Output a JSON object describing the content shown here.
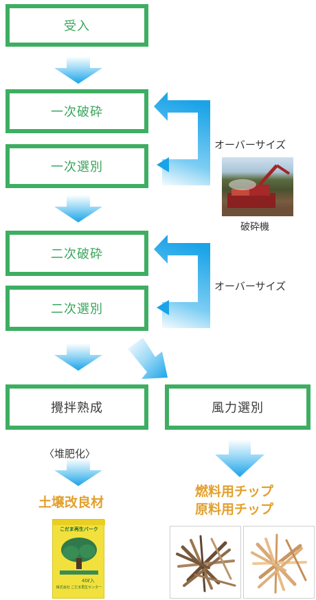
{
  "steps": {
    "receive": "受入",
    "primary_crush": "一次破砕",
    "primary_sort": "一次選別",
    "secondary_crush": "二次破砕",
    "secondary_sort": "二次選別",
    "stir_mature": "攪拌熟成",
    "wind_sort": "風力選別"
  },
  "labels": {
    "oversize_1": "オーバーサイズ",
    "oversize_2": "オーバーサイズ",
    "crusher_caption": "破砕機",
    "compost": "〈堆肥化〉",
    "soil_improver": "土壌改良材",
    "fuel_chip": "燃料用チップ",
    "raw_chip": "原料用チップ"
  },
  "bag": {
    "title": "こだま再生バーク",
    "weight": "40ℓ入",
    "maker": "株式会社 こだま再生センター"
  },
  "colors": {
    "box_border": "#3dae62",
    "box_text_green": "#3aa55c",
    "arrow_blue": "#1aa3e8",
    "orange_text": "#e2a02d"
  }
}
